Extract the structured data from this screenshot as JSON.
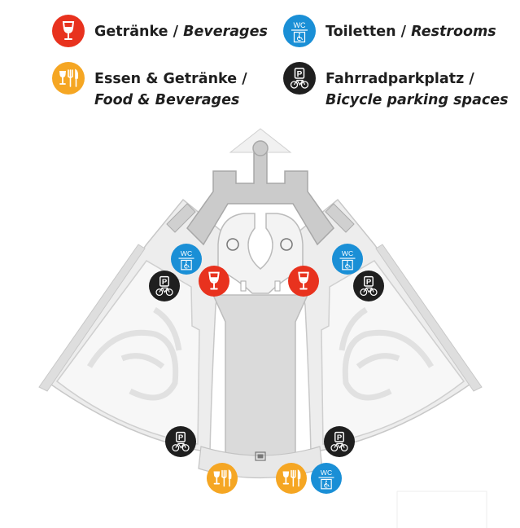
{
  "legend": [
    {
      "id": "beverages",
      "de": "Getränke",
      "sep": " / ",
      "en": "Beverages",
      "de2": "",
      "color": "#e8321e",
      "icon": "wine-glass-icon"
    },
    {
      "id": "food",
      "de": "Essen & Getränke",
      "sep": " /",
      "en": "",
      "de2": "Food & Beverages",
      "color": "#f5a623",
      "icon": "food-beverage-icon"
    },
    {
      "id": "restrooms",
      "de": "Toiletten",
      "sep": " / ",
      "en": "Restrooms",
      "de2": "",
      "color": "#1a8fd6",
      "icon": "wc-icon"
    },
    {
      "id": "bicycle",
      "de": "Fahrradparkplatz",
      "sep": " /",
      "en": "",
      "de2": "Bicycle parking spaces",
      "color": "#1f1f1f",
      "icon": "bicycle-parking-icon"
    }
  ],
  "wc_label": "WC",
  "parking_letter": "P",
  "colors": {
    "map_fill": "#e8e8e8",
    "map_dark": "#c9c9c9",
    "map_line": "#bdbdbd",
    "water": "#d7d7d7"
  }
}
